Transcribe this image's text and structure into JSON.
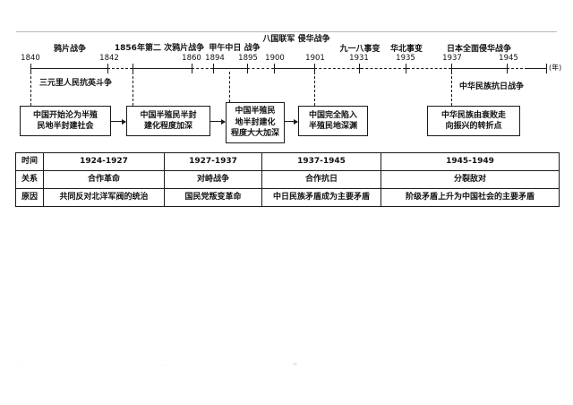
{
  "axis": {
    "unit_label": "(年)",
    "years": [
      "1840",
      "1842",
      "1860",
      "1894",
      "1895",
      "1900",
      "1901",
      "1931",
      "1935",
      "1937",
      "1945"
    ],
    "events": [
      {
        "label": "鸦片战争",
        "lines": [
          "鸦片战争"
        ]
      },
      {
        "label": "1856年第二次鸦片战争",
        "lines": [
          "1856年第二",
          "次鸦片战争"
        ]
      },
      {
        "label": "甲午中日战争",
        "lines": [
          "甲午中日",
          "战争"
        ]
      },
      {
        "label": "八国联军侵华战争",
        "lines": [
          "八国联军",
          "侵华战争"
        ]
      },
      {
        "label": "九一八事变",
        "lines": [
          "九一八事变"
        ]
      },
      {
        "label": "华北事变",
        "lines": [
          "华北事变"
        ]
      },
      {
        "label": "日本全面侵华战争",
        "lines": [
          "日本全面侵华战争"
        ]
      }
    ],
    "under_notes": [
      {
        "text": "三元里人民抗英斗争"
      },
      {
        "text": "中华民族抗日战争"
      }
    ]
  },
  "outcome_boxes": [
    {
      "lines": [
        "中国开始沦为半殖",
        "民地半封建社会"
      ]
    },
    {
      "lines": [
        "中国半殖民半封",
        "建化程度加深"
      ]
    },
    {
      "lines": [
        "中国半殖民",
        "地半封建化",
        "程度大大加深"
      ]
    },
    {
      "lines": [
        "中国完全陷入",
        "半殖民地深渊"
      ]
    },
    {
      "lines": [
        "中华民族由衰败走",
        "向振兴的转折点"
      ]
    }
  ],
  "table": {
    "row_labels": [
      "时间",
      "关系",
      "原因"
    ],
    "columns": [
      {
        "time": "1924-1927",
        "relation": "合作革命",
        "reason": "共同反对北洋军阀的统治"
      },
      {
        "time": "1927-1937",
        "relation": "对峙战争",
        "reason": "国民党叛变革命"
      },
      {
        "time": "1937-1945",
        "relation": "合作抗日",
        "reason": "中日民族矛盾成为主要矛盾"
      },
      {
        "time": "1945-1949",
        "relation": "分裂敌对",
        "reason": "阶级矛盾上升为中国社会的主要矛盾"
      }
    ]
  },
  "artifacts": {
    "mark_left": "·",
    "mark_mid": "· ·",
    "mark_right": "w"
  }
}
